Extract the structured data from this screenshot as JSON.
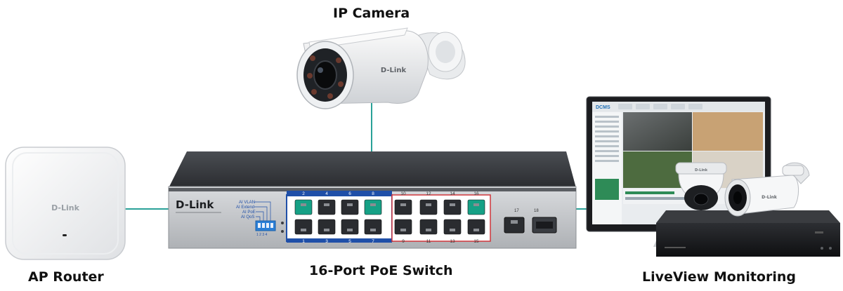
{
  "labels": {
    "ip_camera": "IP Camera",
    "ap_router": "AP Router",
    "switch": "16-Port PoE Switch",
    "liveview": "LiveView Monitoring"
  },
  "brand": "D-Link",
  "switch_panel": {
    "dip_labels": [
      "AI VLAN",
      "AI Extend",
      "AI PoE",
      "AI QoS"
    ],
    "dip_numbers": "1  2  3  4",
    "top_ports": [
      "2",
      "4",
      "6",
      "8",
      "10",
      "12",
      "14",
      "16"
    ],
    "bottom_ports": [
      "1",
      "3",
      "5",
      "7",
      "9",
      "11",
      "13",
      "15"
    ],
    "uplink_labels": [
      "17",
      "18"
    ]
  },
  "monitor": {
    "app_name": "DCMS"
  },
  "colors": {
    "link_line": "#2aa198",
    "port_highlight": "#16a085",
    "blue_block": "#1f4fa8",
    "red_block": "#d0353a"
  }
}
